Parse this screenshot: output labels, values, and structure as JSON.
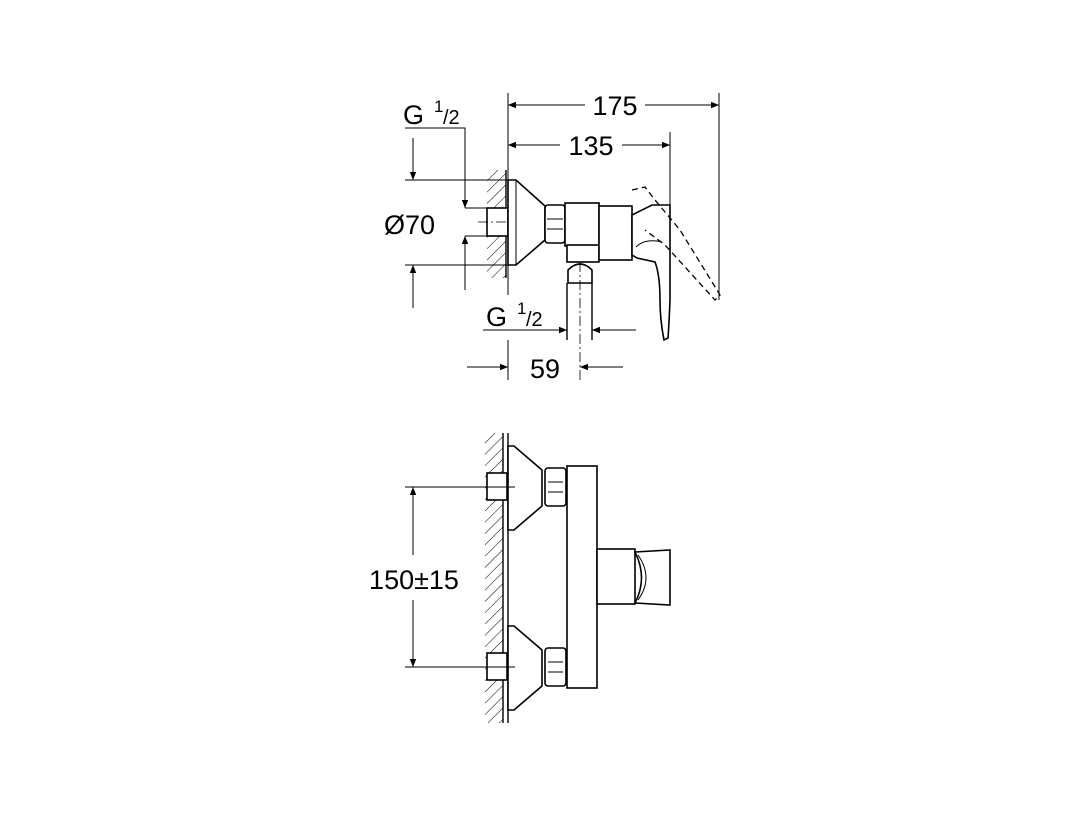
{
  "side_view": {
    "dim_overall_length": "175",
    "dim_body_length": "135",
    "dim_rosette_diameter": "Ø70",
    "inlet_thread": {
      "main": "G",
      "num": "1",
      "den": "/2"
    },
    "outlet_thread": {
      "main": "G",
      "num": "1",
      "den": "/2"
    },
    "dim_outlet_offset": "59"
  },
  "front_view": {
    "dim_inlet_spacing": "150±15"
  }
}
